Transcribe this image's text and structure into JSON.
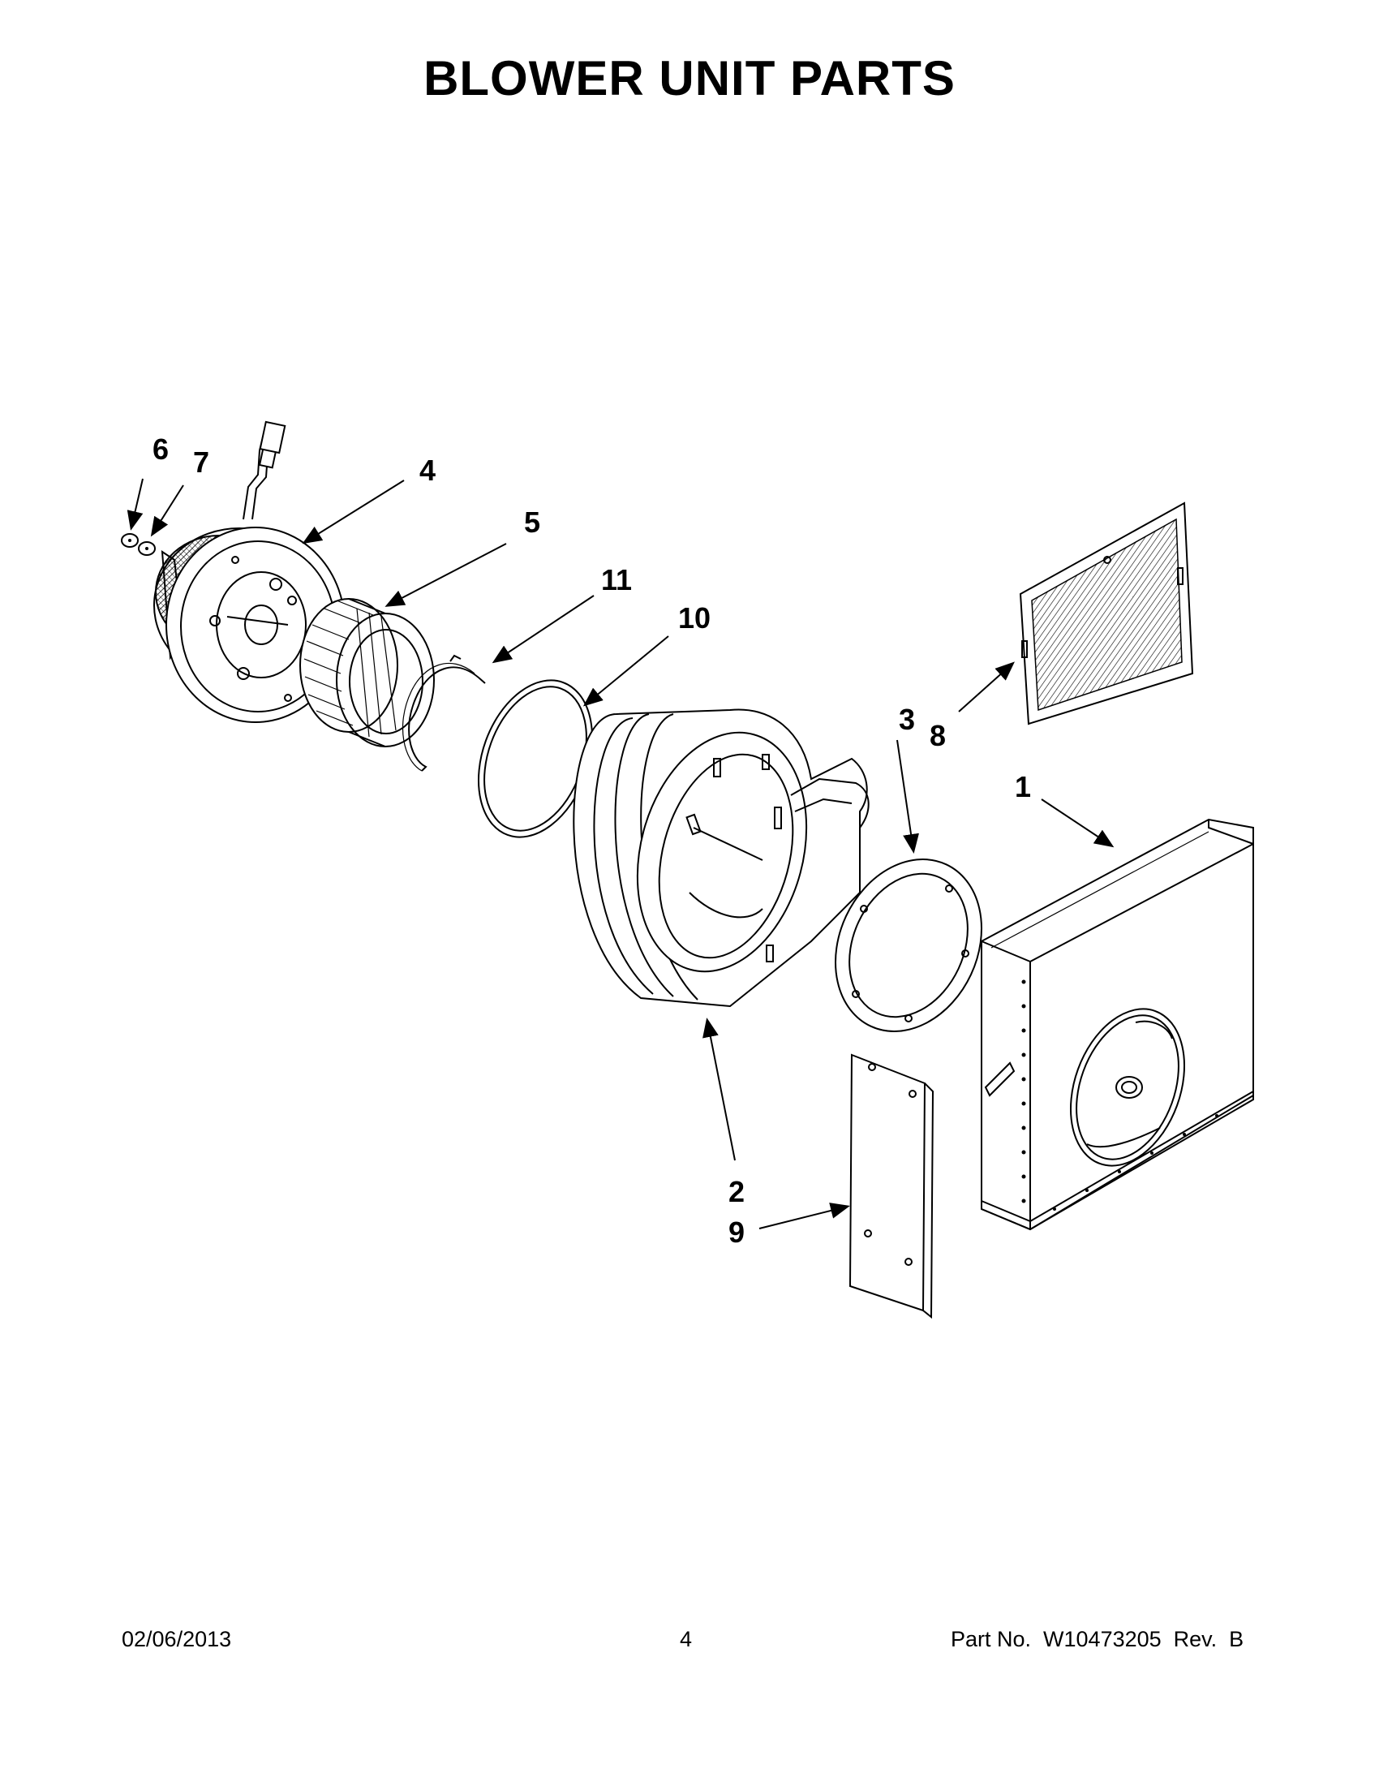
{
  "title": "BLOWER UNIT PARTS",
  "callouts": {
    "c1": "1",
    "c2": "2",
    "c3": "3",
    "c4": "4",
    "c5": "5",
    "c6": "6",
    "c7": "7",
    "c8": "8",
    "c9": "9",
    "c10": "10",
    "c11": "11"
  },
  "footer": {
    "date": "02/06/2013",
    "page": "4",
    "part_no": "Part No.  W10473205  Rev.  B"
  }
}
